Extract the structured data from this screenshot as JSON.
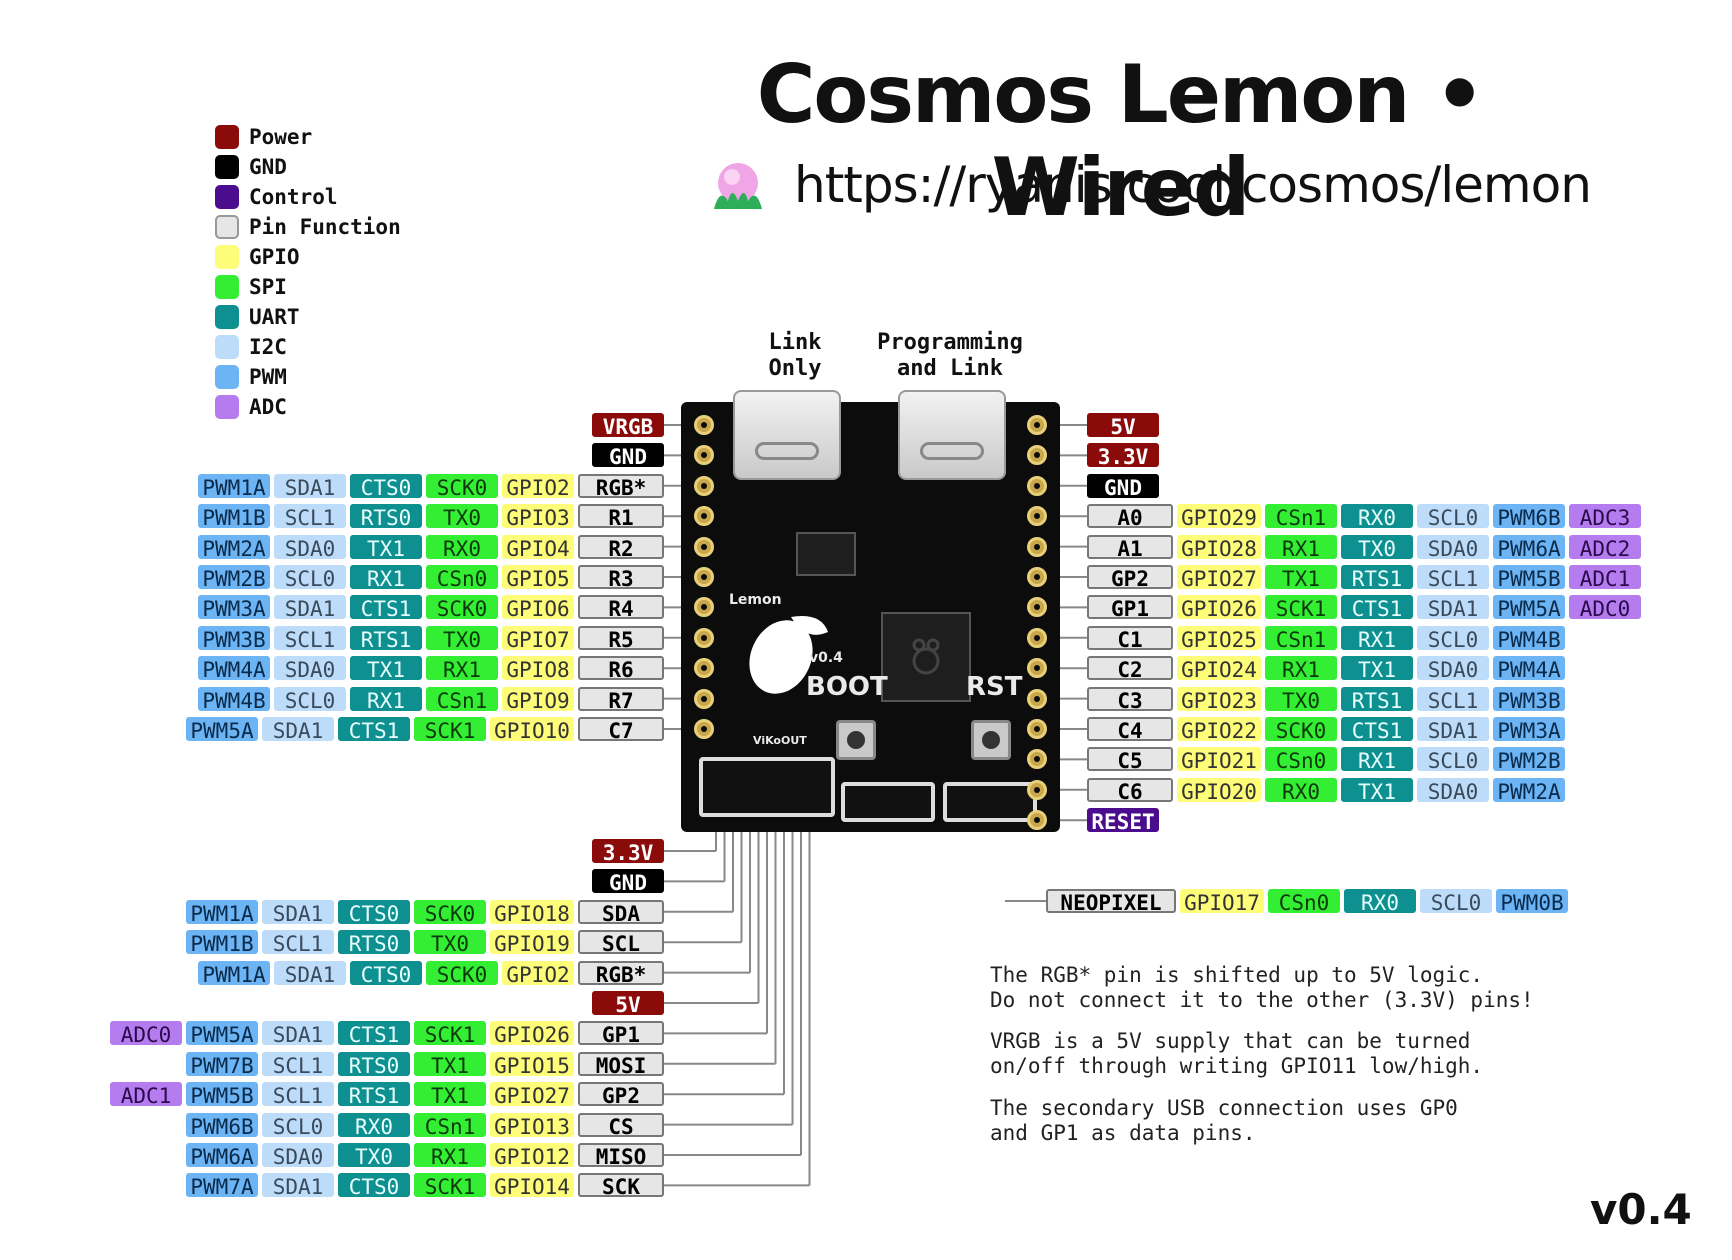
{
  "title": "Cosmos Lemon • Wired",
  "url": "https://ryanis.cool/cosmos/lemon",
  "legend": [
    {
      "label": "Power",
      "color": "#8b0a0a"
    },
    {
      "label": "GND",
      "color": "#000000"
    },
    {
      "label": "Control",
      "color": "#4b0c8e"
    },
    {
      "label": "Pin Function",
      "color": "#e6e6e6"
    },
    {
      "label": "GPIO",
      "color": "#fdfd7a"
    },
    {
      "label": "SPI",
      "color": "#33ee33"
    },
    {
      "label": "UART",
      "color": "#0f9090"
    },
    {
      "label": "I2C",
      "color": "#bcdcfa"
    },
    {
      "label": "PWM",
      "color": "#6cb4f4"
    },
    {
      "label": "ADC",
      "color": "#b57cf0"
    }
  ],
  "usb_labels": {
    "left": "Link\nOnly",
    "right": "Programming\nand Link"
  },
  "board": {
    "silk_boot": "BOOT",
    "silk_rst": "RST",
    "silk_version": "v0.4",
    "silk_name": "Lemon",
    "silk_vikoout": "ViKoOUT"
  },
  "left_header": [
    {
      "cells": [
        {
          "t": "VRGB",
          "k": "power"
        }
      ]
    },
    {
      "cells": [
        {
          "t": "GND",
          "k": "gnd"
        }
      ]
    },
    {
      "cells": [
        {
          "t": "RGB*",
          "k": "fn"
        },
        {
          "t": "GPIO2",
          "k": "gpio"
        },
        {
          "t": "SCK0",
          "k": "spi"
        },
        {
          "t": "CTS0",
          "k": "uart"
        },
        {
          "t": "SDA1",
          "k": "i2c"
        },
        {
          "t": "PWM1A",
          "k": "pwm"
        }
      ]
    },
    {
      "cells": [
        {
          "t": "R1",
          "k": "fn"
        },
        {
          "t": "GPIO3",
          "k": "gpio"
        },
        {
          "t": "TX0",
          "k": "spi"
        },
        {
          "t": "RTS0",
          "k": "uart"
        },
        {
          "t": "SCL1",
          "k": "i2c"
        },
        {
          "t": "PWM1B",
          "k": "pwm"
        }
      ]
    },
    {
      "cells": [
        {
          "t": "R2",
          "k": "fn"
        },
        {
          "t": "GPIO4",
          "k": "gpio"
        },
        {
          "t": "RX0",
          "k": "spi"
        },
        {
          "t": "TX1",
          "k": "uart"
        },
        {
          "t": "SDA0",
          "k": "i2c"
        },
        {
          "t": "PWM2A",
          "k": "pwm"
        }
      ]
    },
    {
      "cells": [
        {
          "t": "R3",
          "k": "fn"
        },
        {
          "t": "GPIO5",
          "k": "gpio"
        },
        {
          "t": "CSn0",
          "k": "spi"
        },
        {
          "t": "RX1",
          "k": "uart"
        },
        {
          "t": "SCL0",
          "k": "i2c"
        },
        {
          "t": "PWM2B",
          "k": "pwm"
        }
      ]
    },
    {
      "cells": [
        {
          "t": "R4",
          "k": "fn"
        },
        {
          "t": "GPIO6",
          "k": "gpio"
        },
        {
          "t": "SCK0",
          "k": "spi"
        },
        {
          "t": "CTS1",
          "k": "uart"
        },
        {
          "t": "SDA1",
          "k": "i2c"
        },
        {
          "t": "PWM3A",
          "k": "pwm"
        }
      ]
    },
    {
      "cells": [
        {
          "t": "R5",
          "k": "fn"
        },
        {
          "t": "GPIO7",
          "k": "gpio"
        },
        {
          "t": "TX0",
          "k": "spi"
        },
        {
          "t": "RTS1",
          "k": "uart"
        },
        {
          "t": "SCL1",
          "k": "i2c"
        },
        {
          "t": "PWM3B",
          "k": "pwm"
        }
      ]
    },
    {
      "cells": [
        {
          "t": "R6",
          "k": "fn"
        },
        {
          "t": "GPIO8",
          "k": "gpio"
        },
        {
          "t": "RX1",
          "k": "spi"
        },
        {
          "t": "TX1",
          "k": "uart"
        },
        {
          "t": "SDA0",
          "k": "i2c"
        },
        {
          "t": "PWM4A",
          "k": "pwm"
        }
      ]
    },
    {
      "cells": [
        {
          "t": "R7",
          "k": "fn"
        },
        {
          "t": "GPIO9",
          "k": "gpio"
        },
        {
          "t": "CSn1",
          "k": "spi"
        },
        {
          "t": "RX1",
          "k": "uart"
        },
        {
          "t": "SCL0",
          "k": "i2c"
        },
        {
          "t": "PWM4B",
          "k": "pwm"
        }
      ]
    },
    {
      "cells": [
        {
          "t": "C7",
          "k": "fn"
        },
        {
          "t": "GPIO10",
          "k": "gpio"
        },
        {
          "t": "SCK1",
          "k": "spi"
        },
        {
          "t": "CTS1",
          "k": "uart"
        },
        {
          "t": "SDA1",
          "k": "i2c"
        },
        {
          "t": "PWM5A",
          "k": "pwm"
        }
      ]
    }
  ],
  "right_header": [
    {
      "cells": [
        {
          "t": "5V",
          "k": "power"
        }
      ]
    },
    {
      "cells": [
        {
          "t": "3.3V",
          "k": "power"
        }
      ]
    },
    {
      "cells": [
        {
          "t": "GND",
          "k": "gnd"
        }
      ]
    },
    {
      "cells": [
        {
          "t": "A0",
          "k": "fn"
        },
        {
          "t": "GPIO29",
          "k": "gpio"
        },
        {
          "t": "CSn1",
          "k": "spi"
        },
        {
          "t": "RX0",
          "k": "uart"
        },
        {
          "t": "SCL0",
          "k": "i2c"
        },
        {
          "t": "PWM6B",
          "k": "pwm"
        },
        {
          "t": "ADC3",
          "k": "adc"
        }
      ]
    },
    {
      "cells": [
        {
          "t": "A1",
          "k": "fn"
        },
        {
          "t": "GPIO28",
          "k": "gpio"
        },
        {
          "t": "RX1",
          "k": "spi"
        },
        {
          "t": "TX0",
          "k": "uart"
        },
        {
          "t": "SDA0",
          "k": "i2c"
        },
        {
          "t": "PWM6A",
          "k": "pwm"
        },
        {
          "t": "ADC2",
          "k": "adc"
        }
      ]
    },
    {
      "cells": [
        {
          "t": "GP2",
          "k": "fn"
        },
        {
          "t": "GPIO27",
          "k": "gpio"
        },
        {
          "t": "TX1",
          "k": "spi"
        },
        {
          "t": "RTS1",
          "k": "uart"
        },
        {
          "t": "SCL1",
          "k": "i2c"
        },
        {
          "t": "PWM5B",
          "k": "pwm"
        },
        {
          "t": "ADC1",
          "k": "adc"
        }
      ]
    },
    {
      "cells": [
        {
          "t": "GP1",
          "k": "fn"
        },
        {
          "t": "GPIO26",
          "k": "gpio"
        },
        {
          "t": "SCK1",
          "k": "spi"
        },
        {
          "t": "CTS1",
          "k": "uart"
        },
        {
          "t": "SDA1",
          "k": "i2c"
        },
        {
          "t": "PWM5A",
          "k": "pwm"
        },
        {
          "t": "ADC0",
          "k": "adc"
        }
      ]
    },
    {
      "cells": [
        {
          "t": "C1",
          "k": "fn"
        },
        {
          "t": "GPIO25",
          "k": "gpio"
        },
        {
          "t": "CSn1",
          "k": "spi"
        },
        {
          "t": "RX1",
          "k": "uart"
        },
        {
          "t": "SCL0",
          "k": "i2c"
        },
        {
          "t": "PWM4B",
          "k": "pwm"
        }
      ]
    },
    {
      "cells": [
        {
          "t": "C2",
          "k": "fn"
        },
        {
          "t": "GPIO24",
          "k": "gpio"
        },
        {
          "t": "RX1",
          "k": "spi"
        },
        {
          "t": "TX1",
          "k": "uart"
        },
        {
          "t": "SDA0",
          "k": "i2c"
        },
        {
          "t": "PWM4A",
          "k": "pwm"
        }
      ]
    },
    {
      "cells": [
        {
          "t": "C3",
          "k": "fn"
        },
        {
          "t": "GPIO23",
          "k": "gpio"
        },
        {
          "t": "TX0",
          "k": "spi"
        },
        {
          "t": "RTS1",
          "k": "uart"
        },
        {
          "t": "SCL1",
          "k": "i2c"
        },
        {
          "t": "PWM3B",
          "k": "pwm"
        }
      ]
    },
    {
      "cells": [
        {
          "t": "C4",
          "k": "fn"
        },
        {
          "t": "GPIO22",
          "k": "gpio"
        },
        {
          "t": "SCK0",
          "k": "spi"
        },
        {
          "t": "CTS1",
          "k": "uart"
        },
        {
          "t": "SDA1",
          "k": "i2c"
        },
        {
          "t": "PWM3A",
          "k": "pwm"
        }
      ]
    },
    {
      "cells": [
        {
          "t": "C5",
          "k": "fn"
        },
        {
          "t": "GPIO21",
          "k": "gpio"
        },
        {
          "t": "CSn0",
          "k": "spi"
        },
        {
          "t": "RX1",
          "k": "uart"
        },
        {
          "t": "SCL0",
          "k": "i2c"
        },
        {
          "t": "PWM2B",
          "k": "pwm"
        }
      ]
    },
    {
      "cells": [
        {
          "t": "C6",
          "k": "fn"
        },
        {
          "t": "GPIO20",
          "k": "gpio"
        },
        {
          "t": "RX0",
          "k": "spi"
        },
        {
          "t": "TX1",
          "k": "uart"
        },
        {
          "t": "SDA0",
          "k": "i2c"
        },
        {
          "t": "PWM2A",
          "k": "pwm"
        }
      ]
    },
    {
      "cells": [
        {
          "t": "RESET",
          "k": "control"
        }
      ]
    }
  ],
  "fpc_connector": [
    {
      "cells": [
        {
          "t": "3.3V",
          "k": "power"
        }
      ]
    },
    {
      "cells": [
        {
          "t": "GND",
          "k": "gnd"
        }
      ]
    },
    {
      "cells": [
        {
          "t": "SDA",
          "k": "fn"
        },
        {
          "t": "GPIO18",
          "k": "gpio"
        },
        {
          "t": "SCK0",
          "k": "spi"
        },
        {
          "t": "CTS0",
          "k": "uart"
        },
        {
          "t": "SDA1",
          "k": "i2c"
        },
        {
          "t": "PWM1A",
          "k": "pwm"
        }
      ]
    },
    {
      "cells": [
        {
          "t": "SCL",
          "k": "fn"
        },
        {
          "t": "GPIO19",
          "k": "gpio"
        },
        {
          "t": "TX0",
          "k": "spi"
        },
        {
          "t": "RTS0",
          "k": "uart"
        },
        {
          "t": "SCL1",
          "k": "i2c"
        },
        {
          "t": "PWM1B",
          "k": "pwm"
        }
      ]
    },
    {
      "cells": [
        {
          "t": "RGB*",
          "k": "fn"
        },
        {
          "t": "GPIO2",
          "k": "gpio"
        },
        {
          "t": "SCK0",
          "k": "spi"
        },
        {
          "t": "CTS0",
          "k": "uart"
        },
        {
          "t": "SDA1",
          "k": "i2c"
        },
        {
          "t": "PWM1A",
          "k": "pwm"
        }
      ]
    },
    {
      "cells": [
        {
          "t": "5V",
          "k": "power"
        }
      ]
    },
    {
      "cells": [
        {
          "t": "GP1",
          "k": "fn"
        },
        {
          "t": "GPIO26",
          "k": "gpio"
        },
        {
          "t": "SCK1",
          "k": "spi"
        },
        {
          "t": "CTS1",
          "k": "uart"
        },
        {
          "t": "SDA1",
          "k": "i2c"
        },
        {
          "t": "PWM5A",
          "k": "pwm"
        },
        {
          "t": "ADC0",
          "k": "adc"
        }
      ]
    },
    {
      "cells": [
        {
          "t": "MOSI",
          "k": "fn"
        },
        {
          "t": "GPIO15",
          "k": "gpio"
        },
        {
          "t": "TX1",
          "k": "spi"
        },
        {
          "t": "RTS0",
          "k": "uart"
        },
        {
          "t": "SCL1",
          "k": "i2c"
        },
        {
          "t": "PWM7B",
          "k": "pwm"
        }
      ]
    },
    {
      "cells": [
        {
          "t": "GP2",
          "k": "fn"
        },
        {
          "t": "GPIO27",
          "k": "gpio"
        },
        {
          "t": "TX1",
          "k": "spi"
        },
        {
          "t": "RTS1",
          "k": "uart"
        },
        {
          "t": "SCL1",
          "k": "i2c"
        },
        {
          "t": "PWM5B",
          "k": "pwm"
        },
        {
          "t": "ADC1",
          "k": "adc"
        }
      ]
    },
    {
      "cells": [
        {
          "t": "CS",
          "k": "fn"
        },
        {
          "t": "GPIO13",
          "k": "gpio"
        },
        {
          "t": "CSn1",
          "k": "spi"
        },
        {
          "t": "RX0",
          "k": "uart"
        },
        {
          "t": "SCL0",
          "k": "i2c"
        },
        {
          "t": "PWM6B",
          "k": "pwm"
        }
      ]
    },
    {
      "cells": [
        {
          "t": "MISO",
          "k": "fn"
        },
        {
          "t": "GPIO12",
          "k": "gpio"
        },
        {
          "t": "RX1",
          "k": "spi"
        },
        {
          "t": "TX0",
          "k": "uart"
        },
        {
          "t": "SDA0",
          "k": "i2c"
        },
        {
          "t": "PWM6A",
          "k": "pwm"
        }
      ]
    },
    {
      "cells": [
        {
          "t": "SCK",
          "k": "fn"
        },
        {
          "t": "GPIO14",
          "k": "gpio"
        },
        {
          "t": "SCK1",
          "k": "spi"
        },
        {
          "t": "CTS0",
          "k": "uart"
        },
        {
          "t": "SDA1",
          "k": "i2c"
        },
        {
          "t": "PWM7A",
          "k": "pwm"
        }
      ]
    }
  ],
  "neopixel": {
    "cells": [
      {
        "t": "NEOPIXEL",
        "k": "fn"
      },
      {
        "t": "GPIO17",
        "k": "gpio"
      },
      {
        "t": "CSn0",
        "k": "spi"
      },
      {
        "t": "RX0",
        "k": "uart"
      },
      {
        "t": "SCL0",
        "k": "i2c"
      },
      {
        "t": "PWM0B",
        "k": "pwm"
      }
    ]
  },
  "notes": [
    "The RGB* pin is shifted up to 5V logic.\nDo not connect it to the other (3.3V) pins!",
    "VRGB is a 5V supply that can be turned\non/off through writing GPIO11 low/high.",
    "The secondary USB connection uses GP0\nand GP1 as data pins."
  ],
  "version": "v0.4",
  "kind_colors": {
    "power": {
      "bg": "#8b0a0a",
      "fg": "#ffffff",
      "border": "#8b0a0a"
    },
    "gnd": {
      "bg": "#000000",
      "fg": "#ffffff",
      "border": "#000000"
    },
    "control": {
      "bg": "#4b0c8e",
      "fg": "#ffffff",
      "border": "#4b0c8e"
    },
    "fn": {
      "bg": "#e6e6e6",
      "fg": "#000000",
      "border": "#777777"
    },
    "gpio": {
      "bg": "#fdfd7a",
      "fg": "#333333",
      "border": "#fdfd7a"
    },
    "spi": {
      "bg": "#33ee33",
      "fg": "#0a3a0a",
      "border": "#33ee33"
    },
    "uart": {
      "bg": "#0f9090",
      "fg": "#e8ffff",
      "border": "#0f9090"
    },
    "i2c": {
      "bg": "#bcdcfa",
      "fg": "#3a4a5a",
      "border": "#bcdcfa"
    },
    "pwm": {
      "bg": "#6cb4f4",
      "fg": "#0a2a4a",
      "border": "#6cb4f4"
    },
    "adc": {
      "bg": "#b57cf0",
      "fg": "#2a0a4a",
      "border": "#b57cf0"
    }
  }
}
